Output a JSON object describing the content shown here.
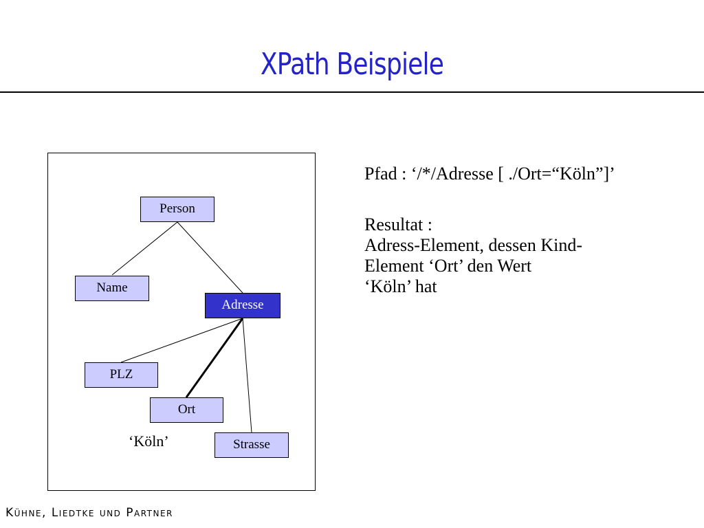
{
  "slide": {
    "title": "XPath Beispiele",
    "footer": "Kühne, Liedtke und Partner"
  },
  "diagram": {
    "nodes": {
      "person": "Person",
      "name": "Name",
      "adresse": "Adresse",
      "plz": "PLZ",
      "ort": "Ort",
      "strasse": "Strasse"
    },
    "ort_value": "‘Köln’",
    "colors": {
      "node_fill": "#ccccff",
      "selected_fill": "#3333cc",
      "title_color": "#2323c8"
    }
  },
  "text": {
    "path_line": "Pfad : ‘/*/Adresse [ ./Ort=“Köln”]’",
    "result_lines": [
      "Resultat :",
      "Adress-Element, dessen Kind-",
      "Element ‘Ort’ den Wert",
      "‘Köln’ hat"
    ]
  }
}
